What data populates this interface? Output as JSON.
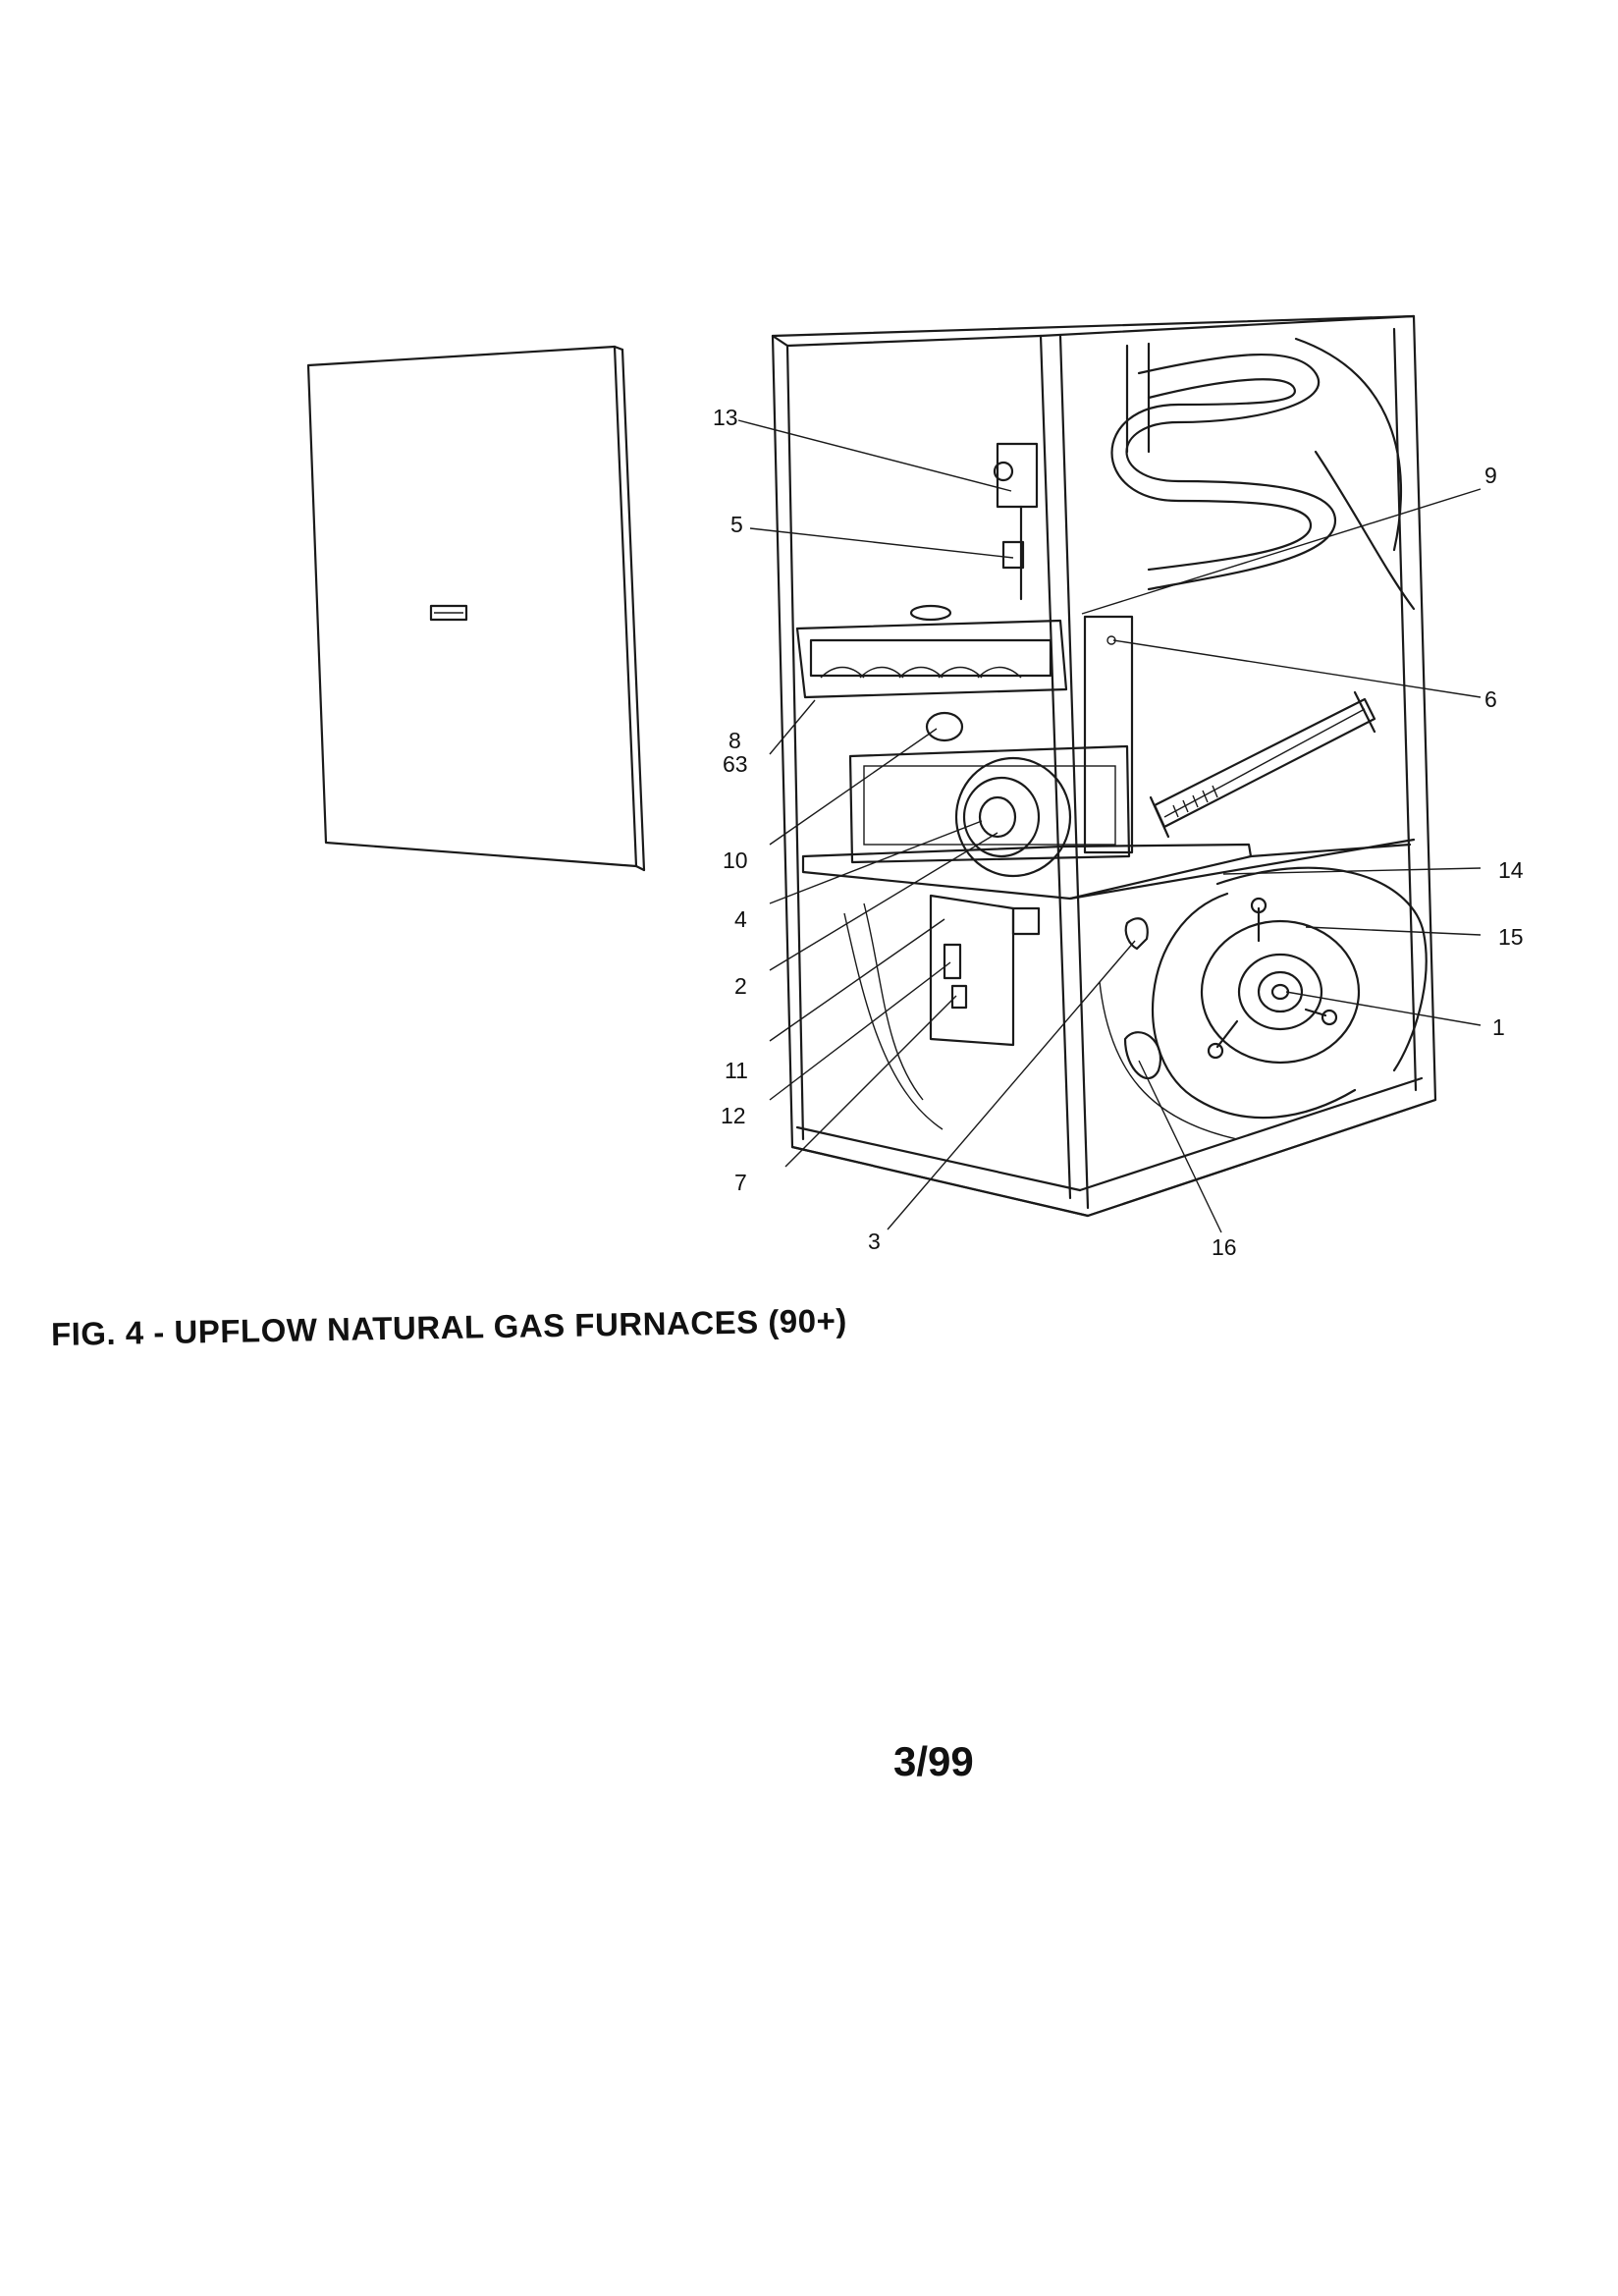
{
  "figure": {
    "caption": "FIG. 4 - UPFLOW NATURAL GAS FURNACES (90+)",
    "date": "3/99"
  },
  "callouts": [
    {
      "id": "13",
      "text": "13"
    },
    {
      "id": "5",
      "text": "5"
    },
    {
      "id": "9",
      "text": "9"
    },
    {
      "id": "6",
      "text": "6"
    },
    {
      "id": "8",
      "text": "8"
    },
    {
      "id": "63",
      "text": "63"
    },
    {
      "id": "10",
      "text": "10"
    },
    {
      "id": "4",
      "text": "4"
    },
    {
      "id": "2",
      "text": "2"
    },
    {
      "id": "11",
      "text": "11"
    },
    {
      "id": "12",
      "text": "12"
    },
    {
      "id": "7",
      "text": "7"
    },
    {
      "id": "3",
      "text": "3"
    },
    {
      "id": "16",
      "text": "16"
    },
    {
      "id": "14",
      "text": "14"
    },
    {
      "id": "15",
      "text": "15"
    },
    {
      "id": "1",
      "text": "1"
    }
  ]
}
